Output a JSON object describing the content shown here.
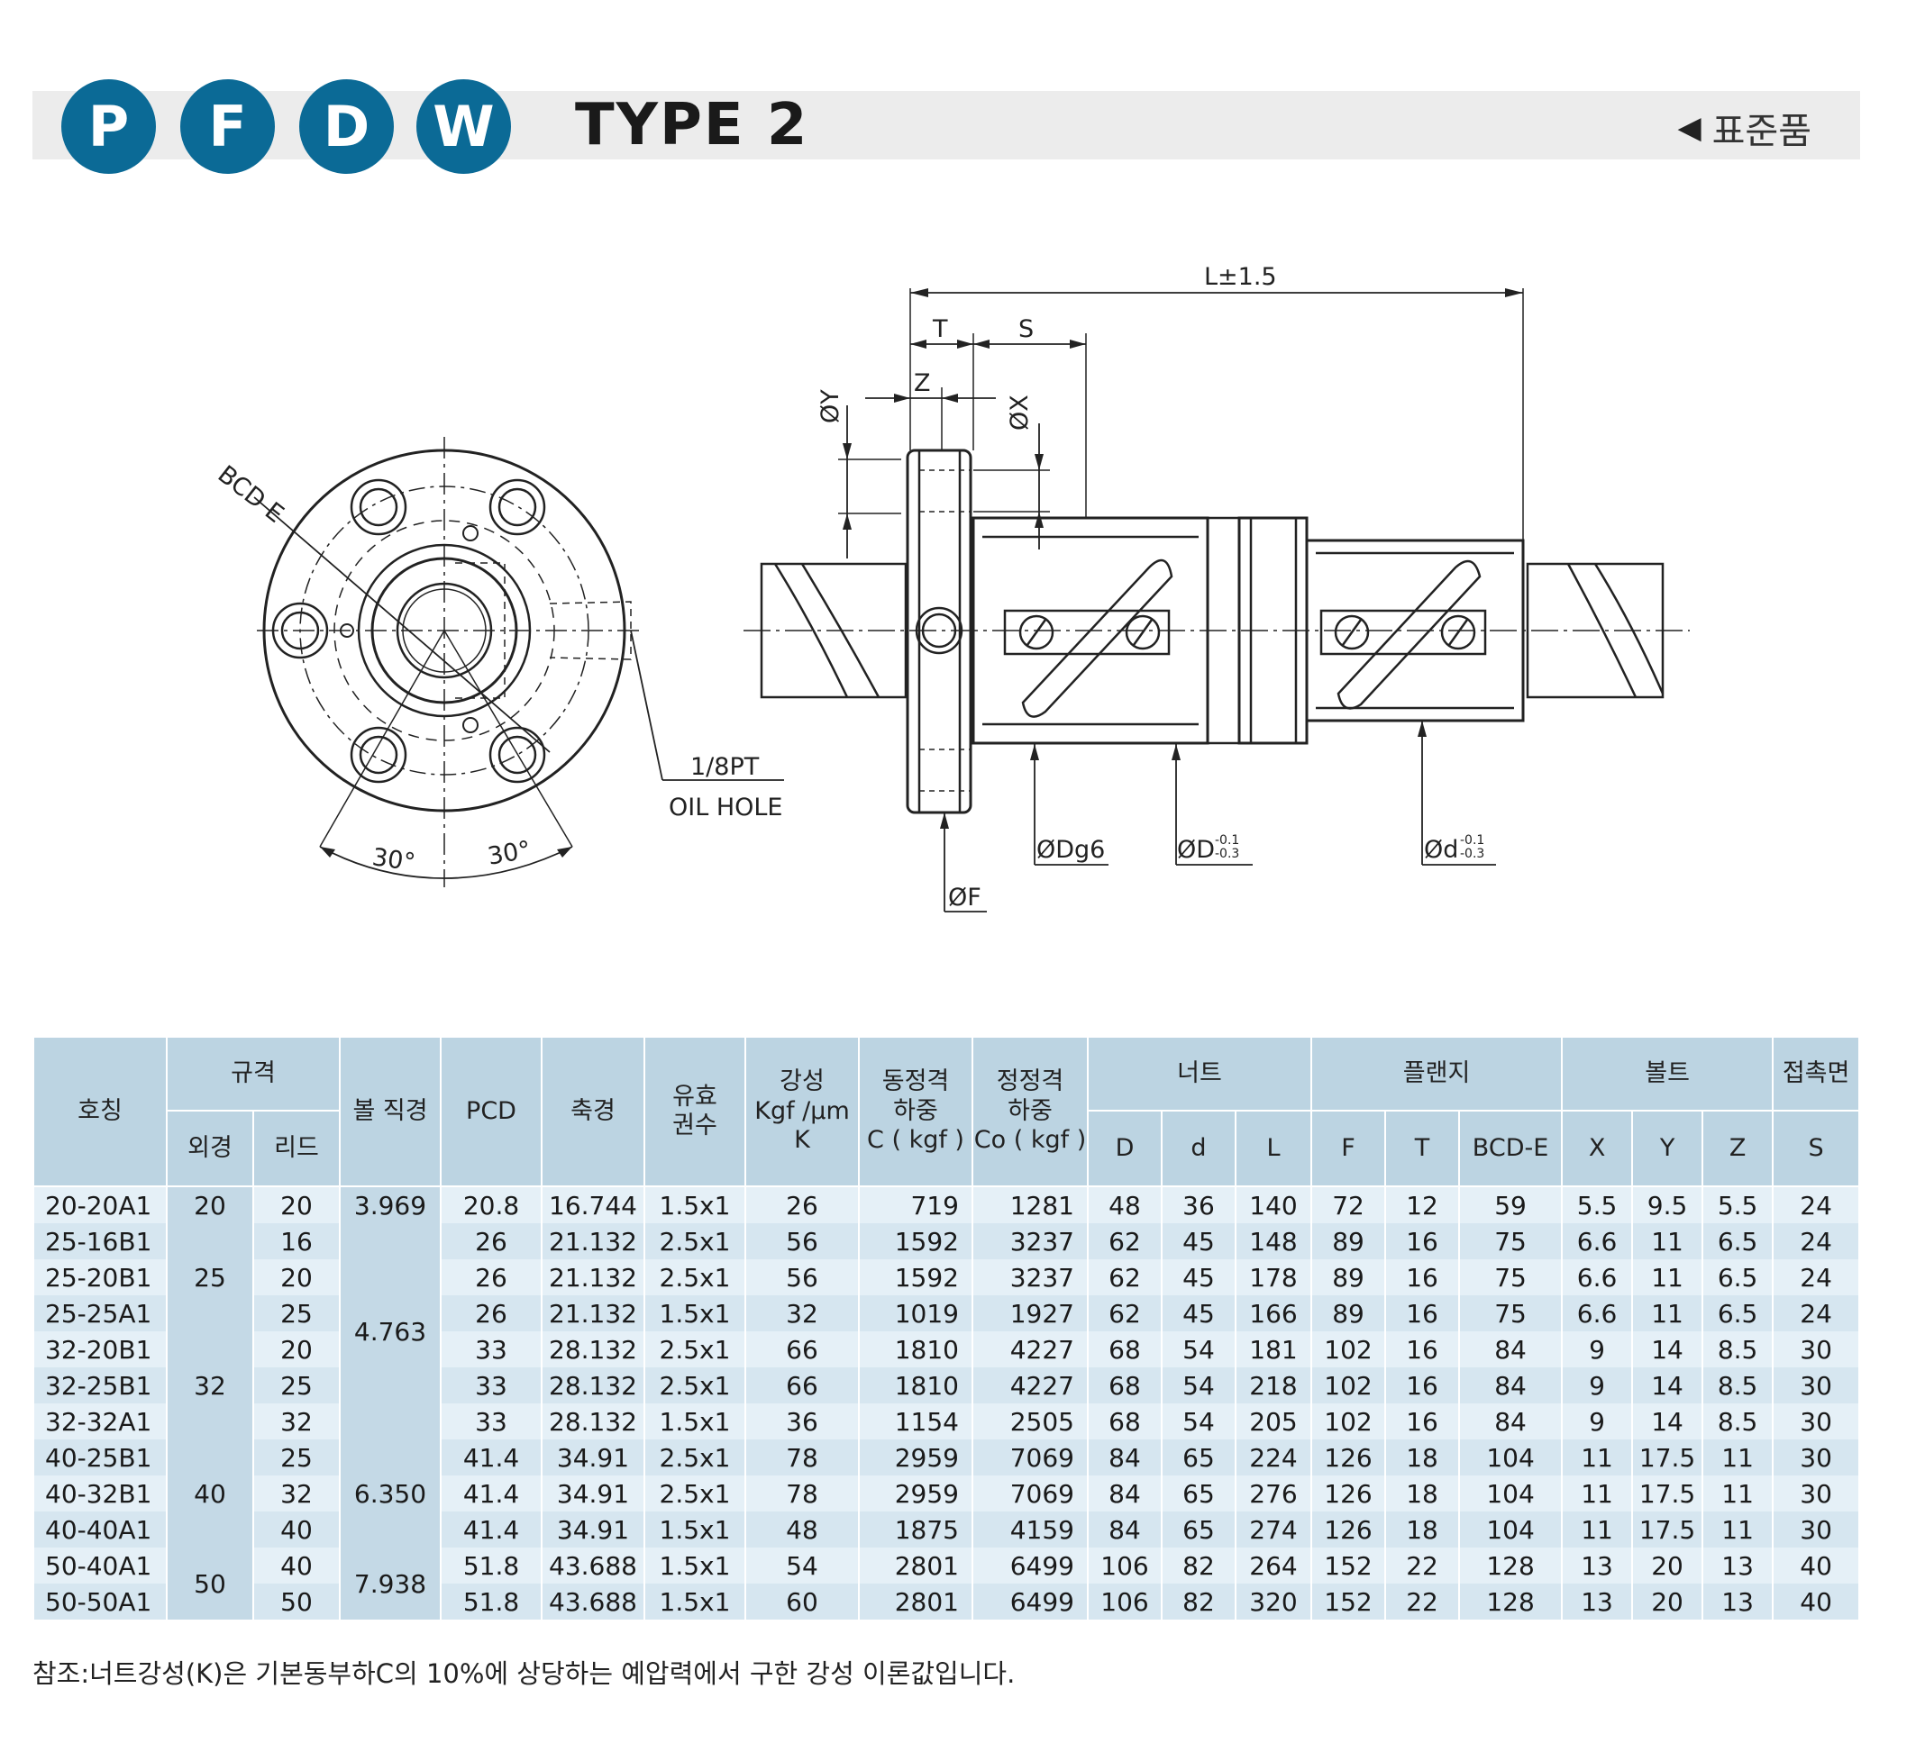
{
  "header": {
    "badges": [
      "P",
      "F",
      "D",
      "W"
    ],
    "title": "TYPE 2",
    "standard_label": "표준품"
  },
  "drawing": {
    "labels": {
      "bcd": "BCD E",
      "oil_hole_1": "1/8PT",
      "oil_hole_2": "OIL HOLE",
      "angle_left": "30°",
      "angle_right": "30°",
      "length": "L±1.5",
      "t": "T",
      "s": "S",
      "z": "Z",
      "y": "ØY",
      "x": "ØX",
      "dg6": "ØDg6",
      "D": "ØD",
      "D_tol_up": "-0.1",
      "D_tol_down": "-0.3",
      "d": "Ød",
      "d_tol_up": "-0.1",
      "d_tol_down": "-0.3",
      "f": "ØF"
    }
  },
  "table": {
    "headers": {
      "name": "호칭",
      "spec": "규격",
      "outer": "외경",
      "lead": "리드",
      "ball": "볼 직경",
      "pcd": "PCD",
      "shaft": "축경",
      "eff_1": "유효",
      "eff_2": "권수",
      "stiff_1": "강성",
      "stiff_2": "Kgf /μm",
      "stiff_3": "K",
      "dyn_1": "동정격",
      "dyn_2": "하중",
      "dyn_3": "C ( kgf )",
      "stat_1": "정정격",
      "stat_2": "하중",
      "stat_3": "Co ( kgf )",
      "nut": "너트",
      "nut_D": "D",
      "nut_d": "d",
      "nut_L": "L",
      "flange": "플랜지",
      "fl_F": "F",
      "fl_T": "T",
      "fl_BCD": "BCD-E",
      "bolt": "볼트",
      "bolt_X": "X",
      "bolt_Y": "Y",
      "bolt_Z": "Z",
      "contact": "접촉면",
      "contact_S": "S"
    },
    "outer_groups": [
      "20",
      "25",
      "32",
      "40",
      "50"
    ],
    "ball_groups": [
      "3.969",
      "4.763",
      "6.350",
      "7.938"
    ],
    "rows": [
      {
        "name": "20-20A1",
        "lead": "20",
        "pcd": "20.8",
        "shaft": "16.744",
        "turns": "1.5x1",
        "k": "26",
        "c": "719",
        "co": "1281",
        "D": "48",
        "d": "36",
        "L": "140",
        "F": "72",
        "T": "12",
        "BCD": "59",
        "X": "5.5",
        "Y": "9.5",
        "Z": "5.5",
        "S": "24"
      },
      {
        "name": "25-16B1",
        "lead": "16",
        "pcd": "26",
        "shaft": "21.132",
        "turns": "2.5x1",
        "k": "56",
        "c": "1592",
        "co": "3237",
        "D": "62",
        "d": "45",
        "L": "148",
        "F": "89",
        "T": "16",
        "BCD": "75",
        "X": "6.6",
        "Y": "11",
        "Z": "6.5",
        "S": "24"
      },
      {
        "name": "25-20B1",
        "lead": "20",
        "pcd": "26",
        "shaft": "21.132",
        "turns": "2.5x1",
        "k": "56",
        "c": "1592",
        "co": "3237",
        "D": "62",
        "d": "45",
        "L": "178",
        "F": "89",
        "T": "16",
        "BCD": "75",
        "X": "6.6",
        "Y": "11",
        "Z": "6.5",
        "S": "24"
      },
      {
        "name": "25-25A1",
        "lead": "25",
        "pcd": "26",
        "shaft": "21.132",
        "turns": "1.5x1",
        "k": "32",
        "c": "1019",
        "co": "1927",
        "D": "62",
        "d": "45",
        "L": "166",
        "F": "89",
        "T": "16",
        "BCD": "75",
        "X": "6.6",
        "Y": "11",
        "Z": "6.5",
        "S": "24"
      },
      {
        "name": "32-20B1",
        "lead": "20",
        "pcd": "33",
        "shaft": "28.132",
        "turns": "2.5x1",
        "k": "66",
        "c": "1810",
        "co": "4227",
        "D": "68",
        "d": "54",
        "L": "181",
        "F": "102",
        "T": "16",
        "BCD": "84",
        "X": "9",
        "Y": "14",
        "Z": "8.5",
        "S": "30"
      },
      {
        "name": "32-25B1",
        "lead": "25",
        "pcd": "33",
        "shaft": "28.132",
        "turns": "2.5x1",
        "k": "66",
        "c": "1810",
        "co": "4227",
        "D": "68",
        "d": "54",
        "L": "218",
        "F": "102",
        "T": "16",
        "BCD": "84",
        "X": "9",
        "Y": "14",
        "Z": "8.5",
        "S": "30"
      },
      {
        "name": "32-32A1",
        "lead": "32",
        "pcd": "33",
        "shaft": "28.132",
        "turns": "1.5x1",
        "k": "36",
        "c": "1154",
        "co": "2505",
        "D": "68",
        "d": "54",
        "L": "205",
        "F": "102",
        "T": "16",
        "BCD": "84",
        "X": "9",
        "Y": "14",
        "Z": "8.5",
        "S": "30"
      },
      {
        "name": "40-25B1",
        "lead": "25",
        "pcd": "41.4",
        "shaft": "34.91",
        "turns": "2.5x1",
        "k": "78",
        "c": "2959",
        "co": "7069",
        "D": "84",
        "d": "65",
        "L": "224",
        "F": "126",
        "T": "18",
        "BCD": "104",
        "X": "11",
        "Y": "17.5",
        "Z": "11",
        "S": "30"
      },
      {
        "name": "40-32B1",
        "lead": "32",
        "pcd": "41.4",
        "shaft": "34.91",
        "turns": "2.5x1",
        "k": "78",
        "c": "2959",
        "co": "7069",
        "D": "84",
        "d": "65",
        "L": "276",
        "F": "126",
        "T": "18",
        "BCD": "104",
        "X": "11",
        "Y": "17.5",
        "Z": "11",
        "S": "30"
      },
      {
        "name": "40-40A1",
        "lead": "40",
        "pcd": "41.4",
        "shaft": "34.91",
        "turns": "1.5x1",
        "k": "48",
        "c": "1875",
        "co": "4159",
        "D": "84",
        "d": "65",
        "L": "274",
        "F": "126",
        "T": "18",
        "BCD": "104",
        "X": "11",
        "Y": "17.5",
        "Z": "11",
        "S": "30"
      },
      {
        "name": "50-40A1",
        "lead": "40",
        "pcd": "51.8",
        "shaft": "43.688",
        "turns": "1.5x1",
        "k": "54",
        "c": "2801",
        "co": "6499",
        "D": "106",
        "d": "82",
        "L": "264",
        "F": "152",
        "T": "22",
        "BCD": "128",
        "X": "13",
        "Y": "20",
        "Z": "13",
        "S": "40"
      },
      {
        "name": "50-50A1",
        "lead": "50",
        "pcd": "51.8",
        "shaft": "43.688",
        "turns": "1.5x1",
        "k": "60",
        "c": "2801",
        "co": "6499",
        "D": "106",
        "d": "82",
        "L": "320",
        "F": "152",
        "T": "22",
        "BCD": "128",
        "X": "13",
        "Y": "20",
        "Z": "13",
        "S": "40"
      }
    ]
  },
  "note": "참조:너트강성(K)은 기본동부하C의 10%에 상당하는 예압력에서 구한 강성 이론값입니다.",
  "colors": {
    "badge": "#0b6a96",
    "header_bar": "#ececec",
    "table_header": "#bcd4e2",
    "row_light": "#e5f0f7",
    "row_dark": "#d6e6f0"
  }
}
